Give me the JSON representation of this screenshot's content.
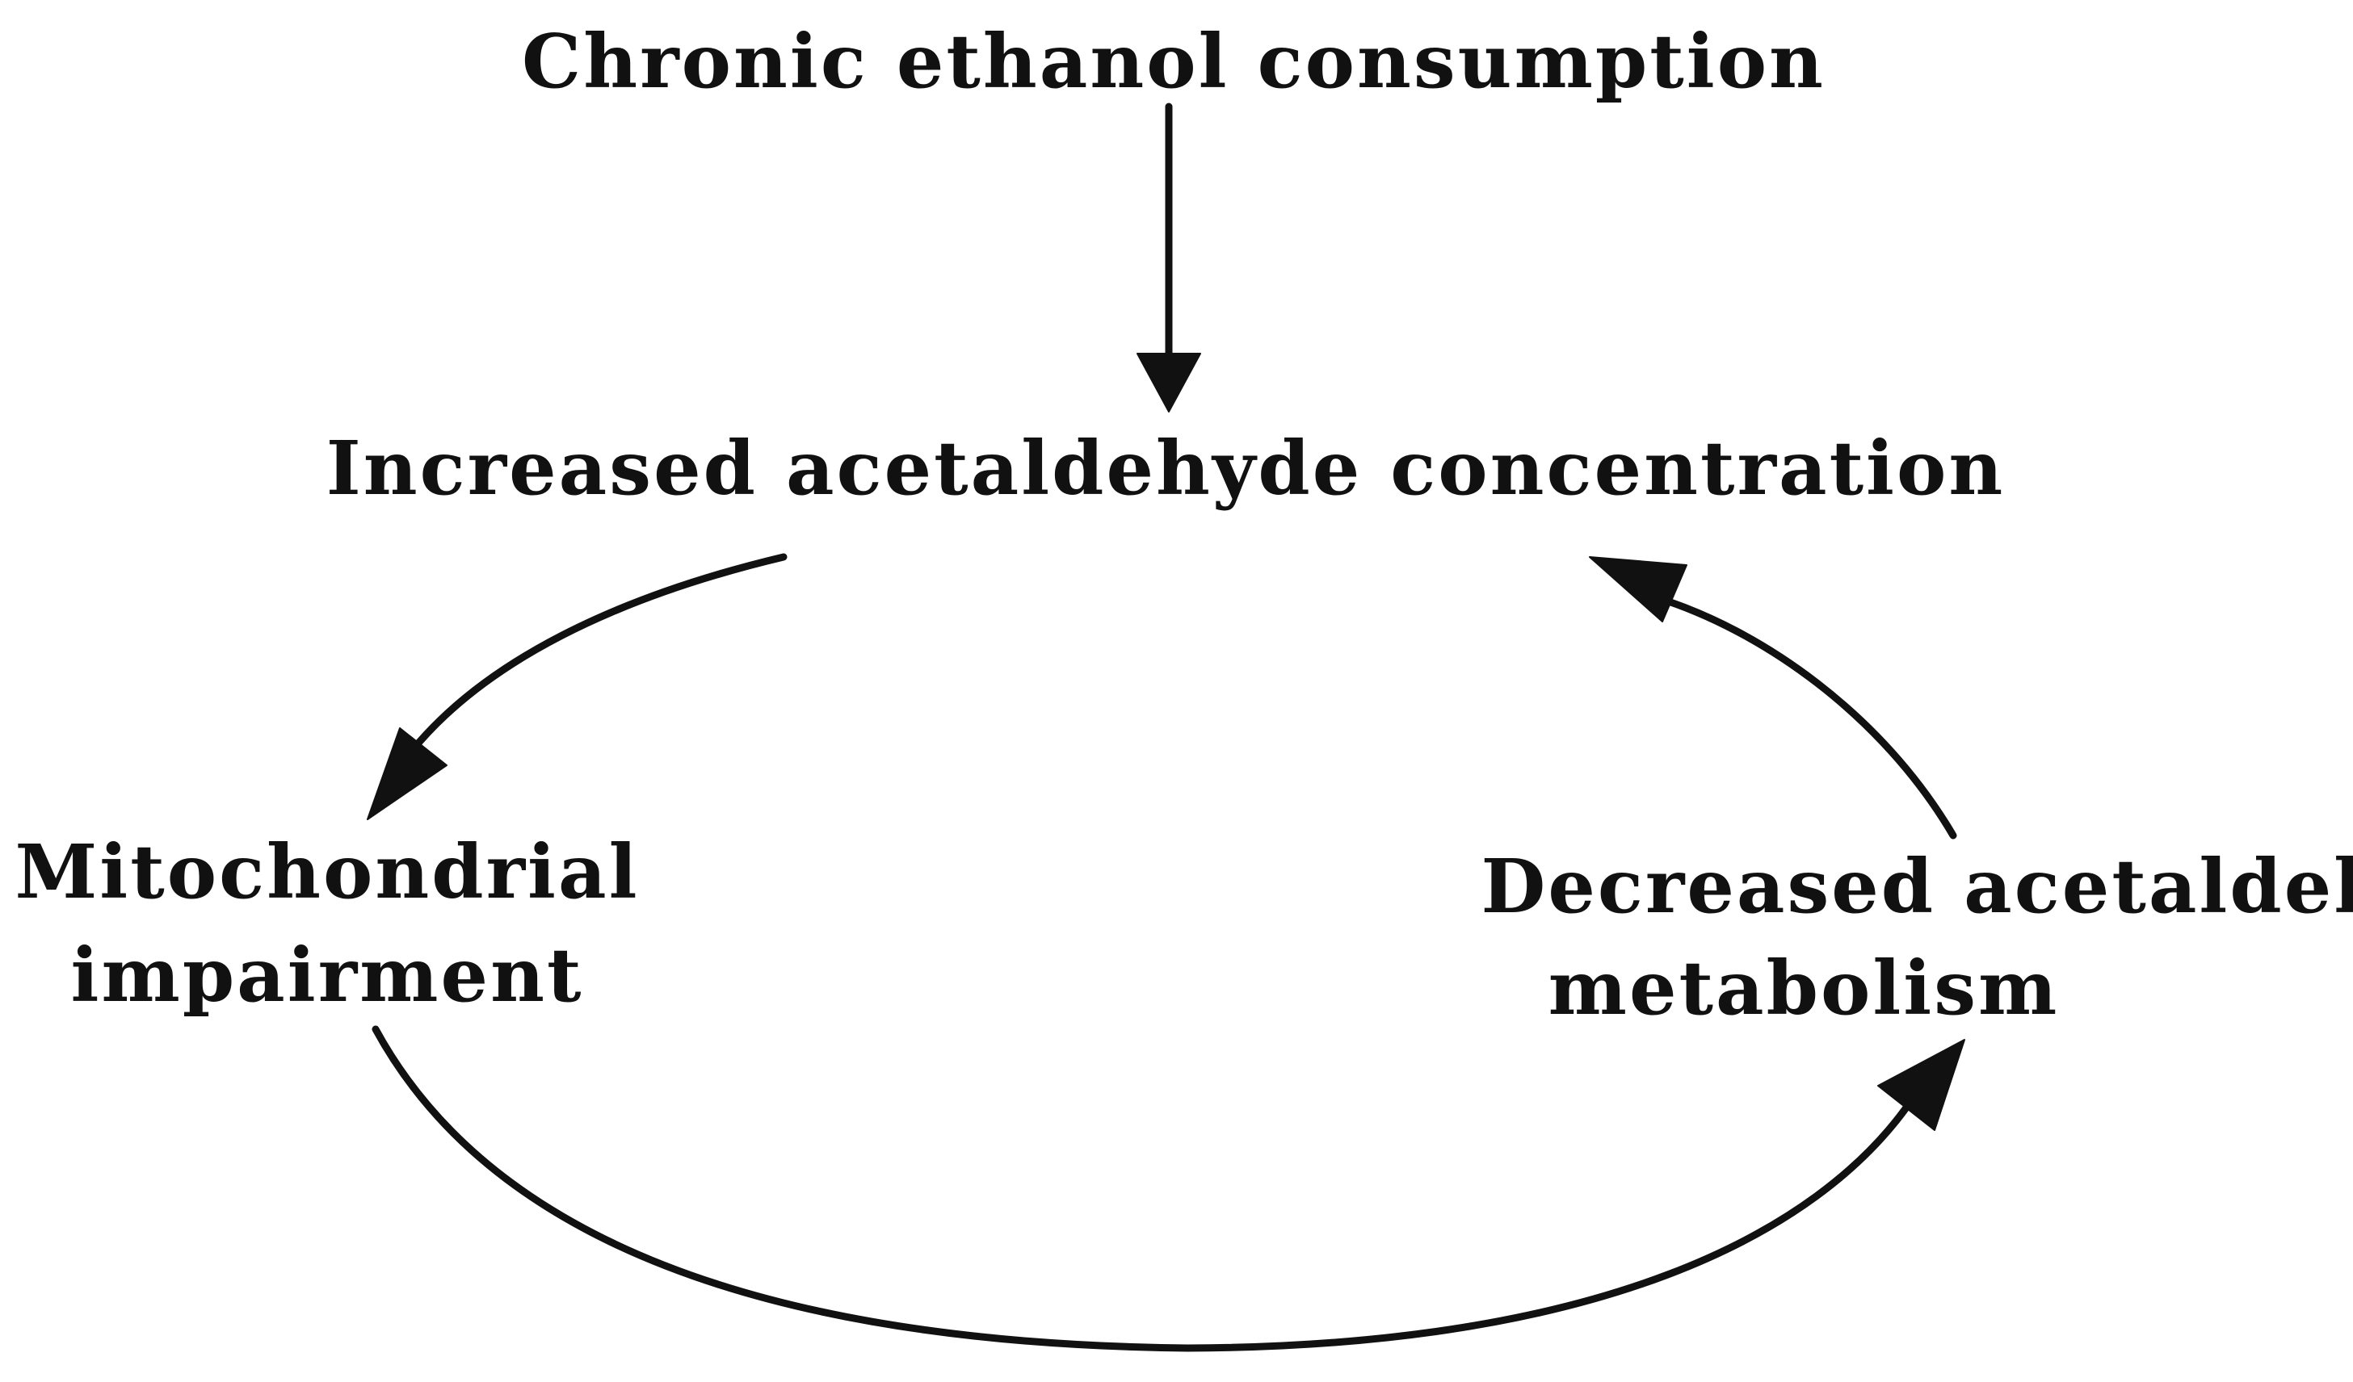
{
  "diagram": {
    "nodes": {
      "ethanol": {
        "label": "Chronic ethanol consumption"
      },
      "acetaldehyde_increase": {
        "label": "Increased acetaldehyde concentration"
      },
      "mitochondrial": {
        "line1": "Mitochondrial",
        "line2": "impairment"
      },
      "metabolism_decrease": {
        "line1": "Decreased acetaldehyde",
        "line2": "metabolism"
      }
    },
    "edges": [
      {
        "from": "Chronic ethanol consumption",
        "to": "Increased acetaldehyde concentration"
      },
      {
        "from": "Increased acetaldehyde concentration",
        "to": "Mitochondrial impairment"
      },
      {
        "from": "Mitochondrial impairment",
        "to": "Decreased acetaldehyde metabolism"
      },
      {
        "from": "Decreased acetaldehyde metabolism",
        "to": "Increased acetaldehyde concentration"
      }
    ]
  }
}
